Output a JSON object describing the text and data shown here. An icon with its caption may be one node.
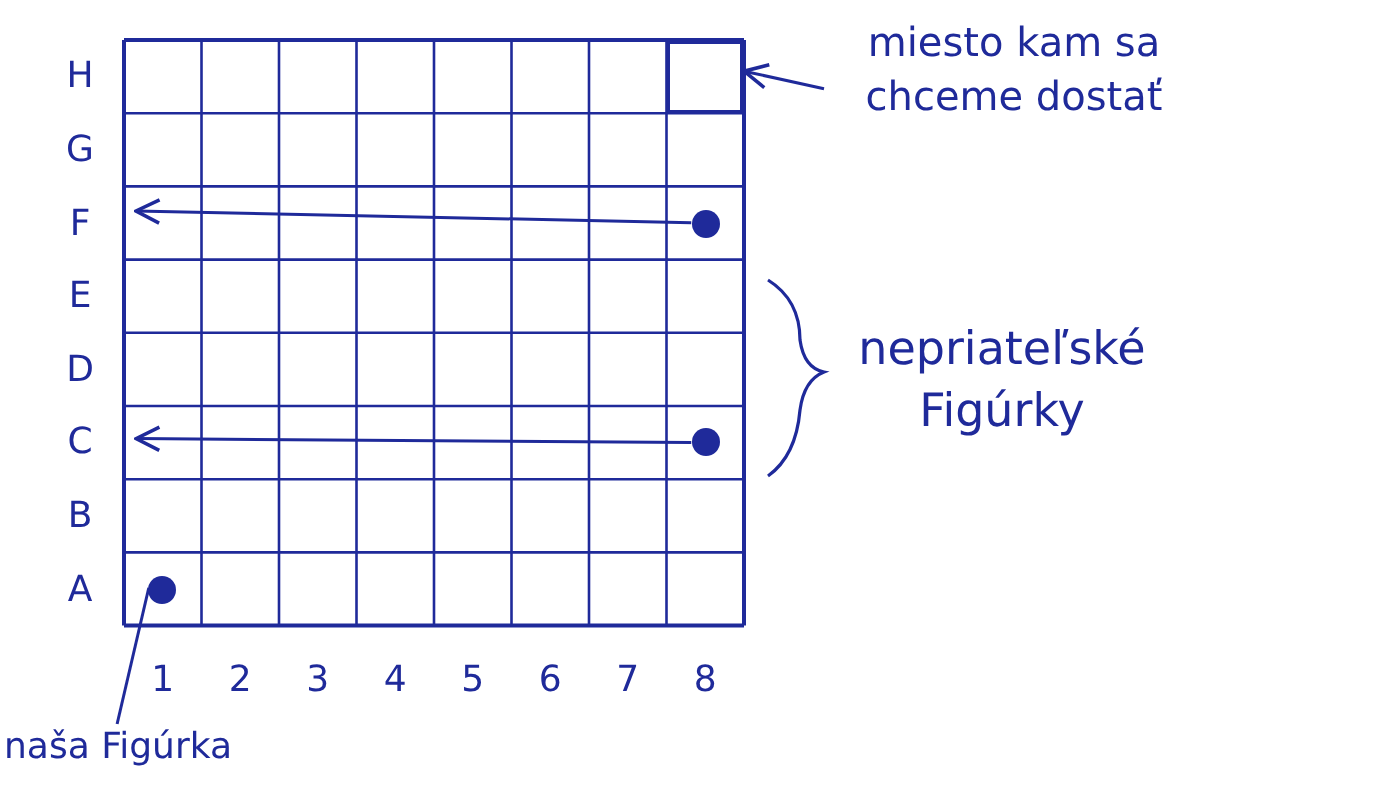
{
  "diagram": {
    "nodes": [
      {
        "text": [
          "miesto kam sa chceme dostať"
        ]
      },
      {
        "text": [],
        "shape": "box"
      },
      {
        "text": [
          "nepriateľské Figúrky"
        ]
      },
      {
        "text": [],
        "shape": "circle"
      },
      {
        "text": [],
        "shape": "circle"
      },
      {
        "text": [
          "naša Figúrka"
        ]
      },
      {
        "text": [],
        "shape": "circle"
      }
    ],
    "edges": [
      {
        "from": 0,
        "to": 1,
        "arrow": "to"
      },
      {
        "from": 3,
        "to": null,
        "arrow": "to"
      },
      {
        "from": 4,
        "to": null,
        "arrow": "to"
      },
      {
        "from": 5,
        "to": 6,
        "arrow": "none"
      }
    ],
    "labels": [
      "H",
      "G",
      "F",
      "E",
      "D",
      "C",
      "B",
      "A",
      "1",
      "2",
      "3",
      "4",
      "5",
      "6",
      "7",
      "8"
    ]
  }
}
